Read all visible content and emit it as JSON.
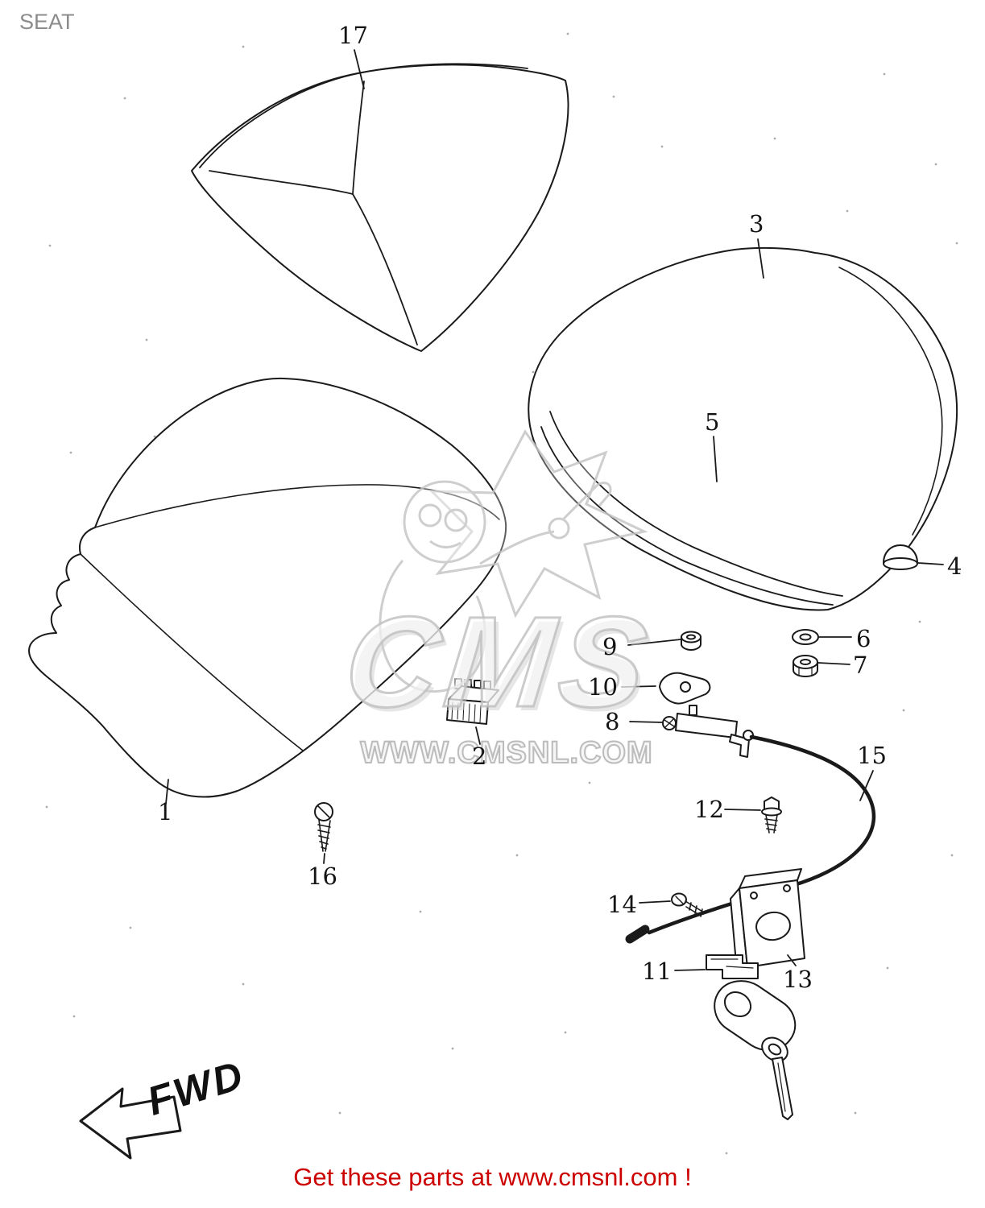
{
  "page": {
    "title": "SEAT",
    "footer_text": "Get these parts at www.cmsnl.com !",
    "fwd_label": "FWD",
    "watermark": {
      "logo": "CMS",
      "url": "WWW.CMSNL.COM"
    }
  },
  "colors": {
    "background": "#ffffff",
    "line": "#1a1a1a",
    "title_gray": "#8c8c8c",
    "footer_red": "#cc0000",
    "watermark_gray": "#c6c6c6"
  },
  "diagram": {
    "labels": {
      "n1": "1",
      "n2": "2",
      "n3": "3",
      "n4": "4",
      "n5": "5",
      "n6": "6",
      "n7": "7",
      "n8": "8",
      "n9": "9",
      "n10": "10",
      "n11": "11",
      "n12": "12",
      "n13": "13",
      "n14": "14",
      "n15": "15",
      "n16": "16",
      "n17": "17"
    }
  }
}
